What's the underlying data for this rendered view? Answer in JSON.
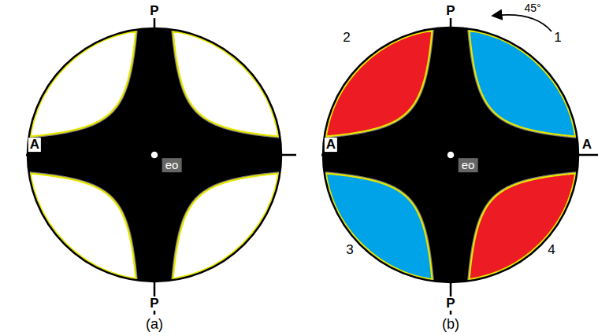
{
  "diagram": {
    "labels": [
      "P",
      "A",
      "eo",
      "P",
      "(a)",
      "45°",
      "P",
      "2",
      "1",
      "A",
      "A",
      "eo",
      "3",
      "4",
      "P",
      "(b)"
    ]
  }
}
